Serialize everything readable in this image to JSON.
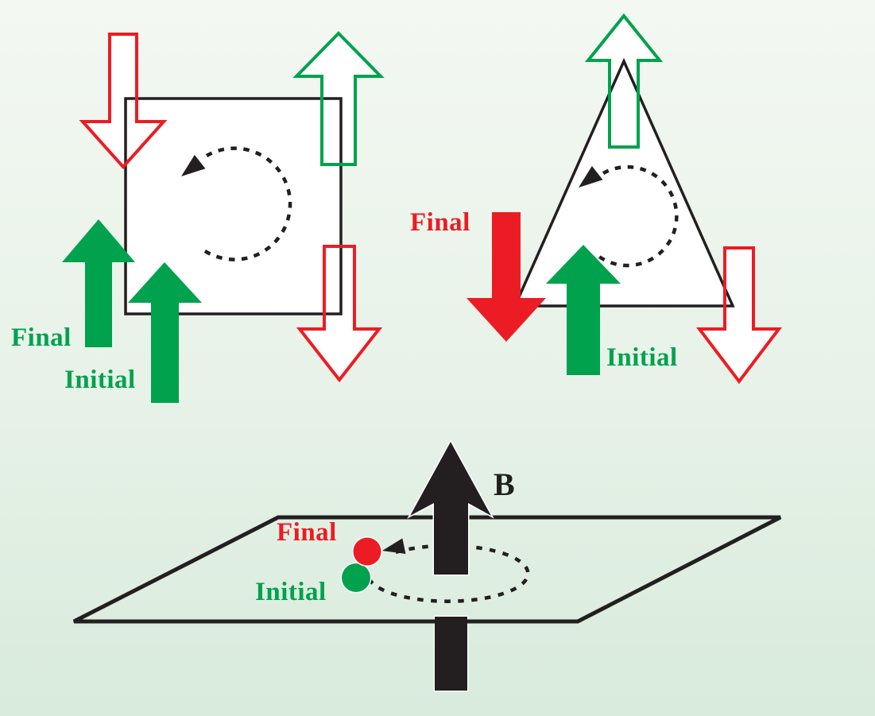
{
  "figure": {
    "description_labels": {
      "final": "Final",
      "initial": "Initial",
      "field": "B"
    }
  },
  "colors": {
    "green": "#00A24E",
    "red": "#EC1C24",
    "ink": "#231F20",
    "bg_top": "#f3f8f2",
    "bg_bottom": "#d8ebdc",
    "white": "#ffffff"
  },
  "panels": {
    "square": {
      "final_label": "Final",
      "initial_label": "Initial"
    },
    "triangle": {
      "final_label": "Final",
      "initial_label": "Initial"
    },
    "plane": {
      "final_label": "Final",
      "initial_label": "Initial",
      "field_label": "B"
    }
  }
}
